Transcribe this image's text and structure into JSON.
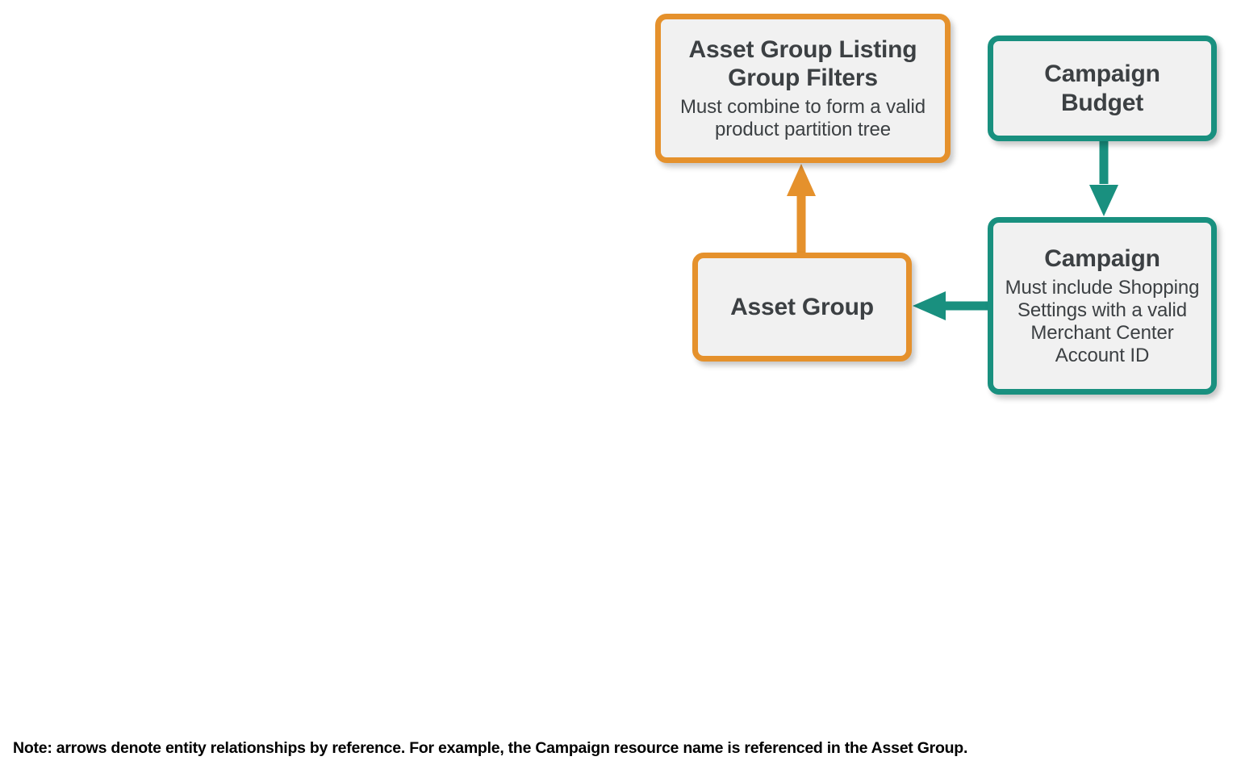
{
  "diagram": {
    "title_hidden": "",
    "colors": {
      "orange": "#e5912c",
      "teal": "#19907f",
      "node_fill": "#f1f1f1",
      "text": "#3c4043",
      "background": "#ffffff",
      "footnote_text": "#000000"
    },
    "nodes": [
      {
        "id": "asset-group-listing-group-filters",
        "title": "Asset Group Listing Group Filters",
        "subtitle": "Must combine to form a valid product partition tree",
        "accent": "orange"
      },
      {
        "id": "campaign-budget",
        "title": "Campaign Budget",
        "subtitle": "",
        "accent": "teal"
      },
      {
        "id": "asset-group",
        "title": "Asset Group",
        "subtitle": "",
        "accent": "orange"
      },
      {
        "id": "campaign",
        "title": "Campaign",
        "subtitle": "Must include Shopping Settings with a valid Merchant Center Account ID",
        "accent": "teal"
      }
    ],
    "edges": [
      {
        "id": "asset-group-to-listing-group-filters",
        "from": "asset-group",
        "to": "asset-group-listing-group-filters",
        "direction": "up",
        "color": "orange"
      },
      {
        "id": "campaign-budget-to-campaign",
        "from": "campaign-budget",
        "to": "campaign",
        "direction": "down",
        "color": "teal"
      },
      {
        "id": "campaign-to-asset-group",
        "from": "campaign",
        "to": "asset-group",
        "direction": "left",
        "color": "teal"
      }
    ],
    "footnote": "Note: arrows denote entity relationships by reference. For example, the Campaign resource name is referenced in the Asset Group."
  }
}
